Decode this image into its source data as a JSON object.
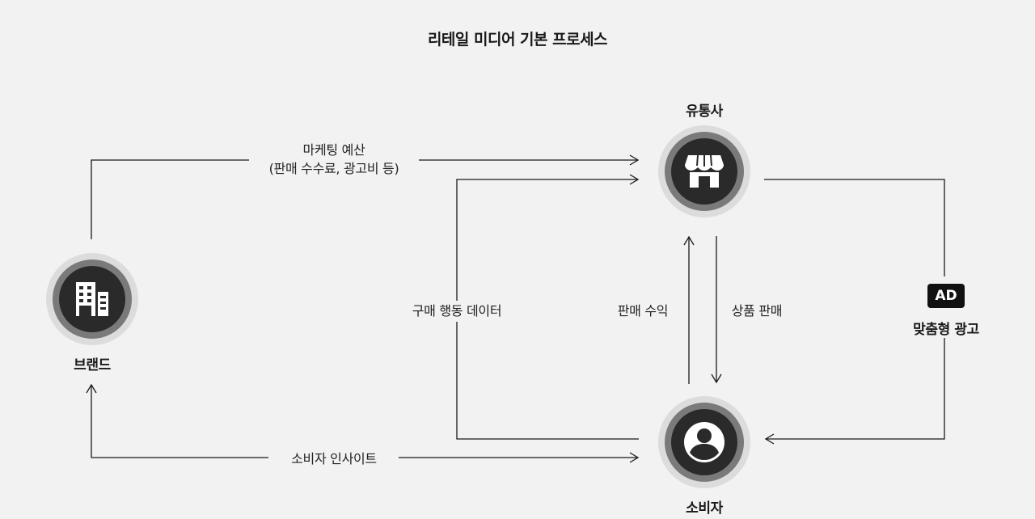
{
  "title": "리테일 미디어 기본 프로세스",
  "nodes": {
    "brand": {
      "name": "브랜드",
      "icon": "building-icon"
    },
    "retailer": {
      "name": "유통사",
      "icon": "store-icon"
    },
    "consumer": {
      "name": "소비자",
      "icon": "person-icon"
    },
    "ad": {
      "badge": "AD",
      "name": "맞춤형 광고"
    }
  },
  "edges": {
    "marketing_budget": {
      "line1": "마케팅 예산",
      "line2": "(판매 수수료, 광고비 등)"
    },
    "purchase_behavior": "구매 행동 데이터",
    "sales_revenue": "판매 수익",
    "product_sales": "상품 판매",
    "consumer_insight": "소비자 인사이트"
  },
  "colors": {
    "background": "#f2f2f2",
    "line": "#1a1a1a",
    "node_outer": "#dcdcdc",
    "node_ring": "#7a7a7a",
    "node_core": "#2a2a2a"
  }
}
